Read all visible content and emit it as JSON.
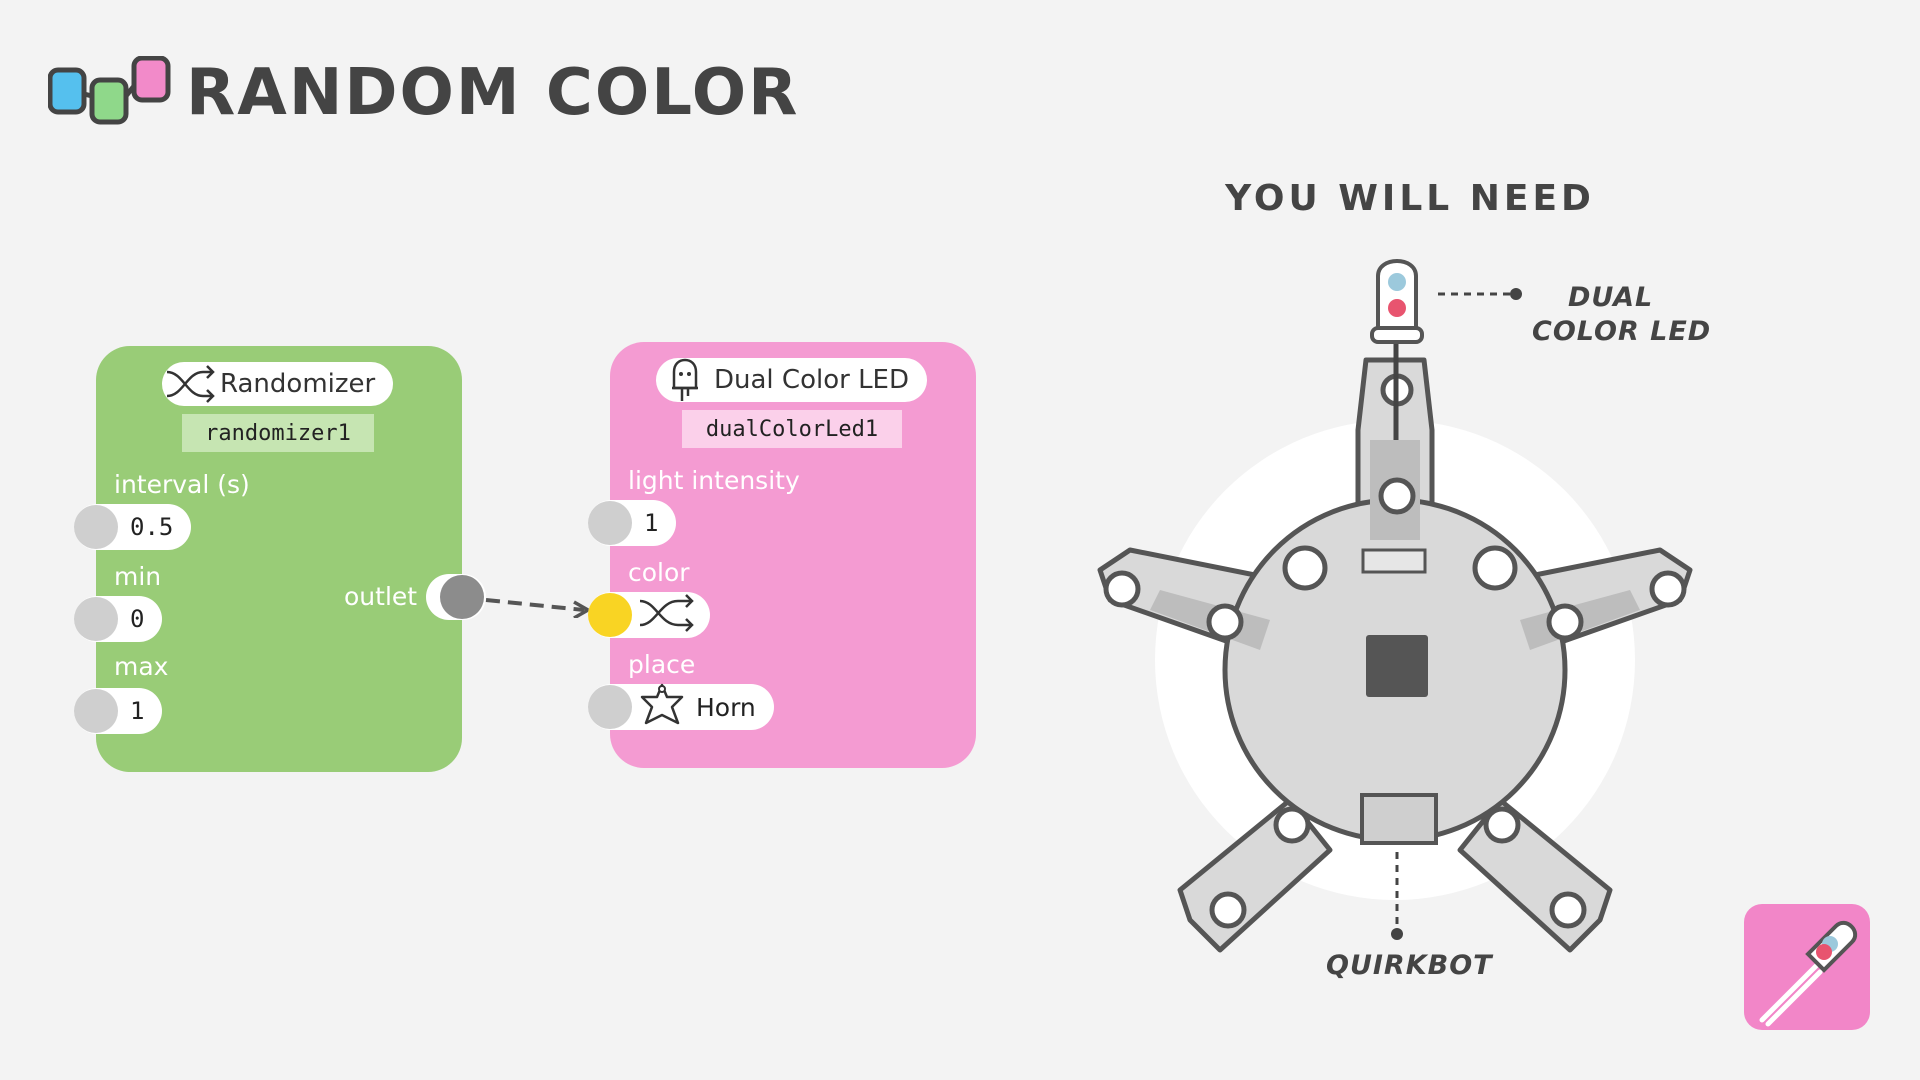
{
  "header": {
    "title": "RANDOM COLOR",
    "icon": "three-blocks-icon",
    "colors": {
      "blue": "#55c0ee",
      "green": "#8fd88a",
      "pink": "#f28ac9"
    }
  },
  "requirements": {
    "title": "YOU WILL NEED",
    "led_label_line1": "DUAL",
    "led_label_line2": "COLOR LED",
    "board_label": "QUIRKBOT"
  },
  "randomizer": {
    "type_label": "Randomizer",
    "type_icon": "shuffle-icon",
    "instance_id": "randomizer1",
    "color": "#99cc77",
    "inputs": [
      {
        "label": "interval (s)",
        "value": "0.5"
      },
      {
        "label": "min",
        "value": "0"
      },
      {
        "label": "max",
        "value": "1"
      }
    ],
    "output_label": "outlet"
  },
  "dual_color_led": {
    "type_label": "Dual Color LED",
    "type_icon": "led-icon",
    "instance_id": "dualColorLed1",
    "color": "#f49bd2",
    "inputs": [
      {
        "label": "light intensity",
        "value": "1"
      },
      {
        "label": "color",
        "value_icon": "shuffle-icon"
      },
      {
        "label": "place",
        "value": "Horn",
        "value_icon": "quirkbot-icon"
      }
    ]
  },
  "connection": {
    "from": "randomizer.outlet",
    "to": "dual_color_led.color",
    "active_color": "#f9d423"
  }
}
